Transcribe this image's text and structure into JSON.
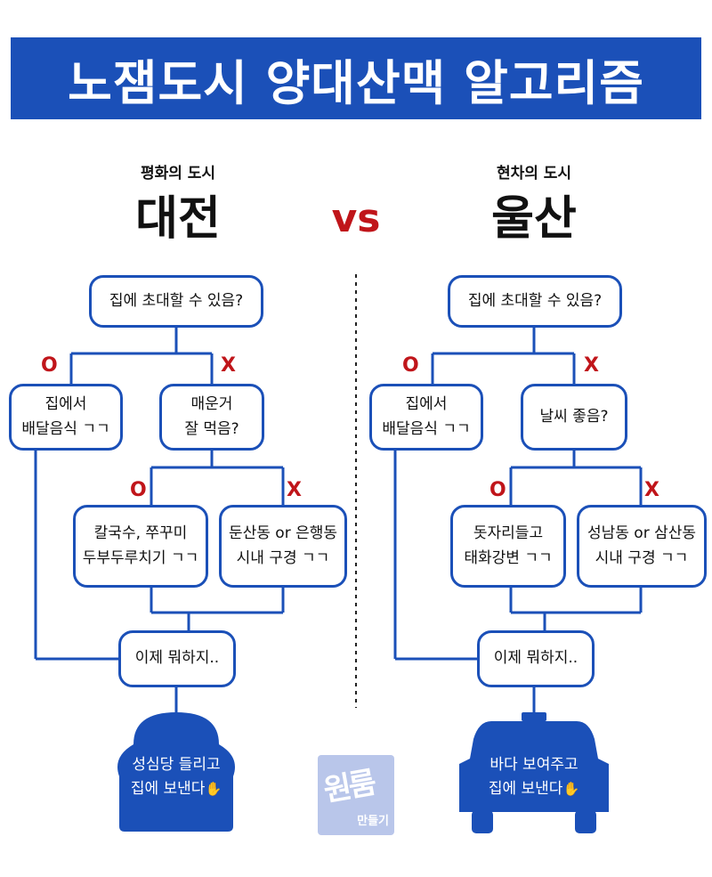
{
  "title": "노잼도시 양대산맥 알고리즘",
  "vs": "vs",
  "colors": {
    "blue": "#1b50b8",
    "red": "#c0151a",
    "dashed": "#222222"
  },
  "left": {
    "subtitle": "평화의 도시",
    "city": "대전",
    "q1": "집에 초대할 수 있음?",
    "o1": "O",
    "x1": "X",
    "a1_line1": "집에서",
    "a1_line2": "배달음식 ㄱㄱ",
    "q2_line1": "매운거",
    "q2_line2": "잘 먹음?",
    "o2": "O",
    "x2": "X",
    "a2_line1": "칼국수, 쭈꾸미",
    "a2_line2": "두부두루치기 ㄱㄱ",
    "a3_line1": "둔산동 or 은행동",
    "a3_line2": "시내 구경 ㄱㄱ",
    "merge": "이제 뭐하지..",
    "end_line1": "성심당 들리고",
    "end_line2": "집에 보낸다",
    "end_icon": "waving-hand-icon"
  },
  "right": {
    "subtitle": "현차의 도시",
    "city": "울산",
    "q1": "집에 초대할 수 있음?",
    "o1": "O",
    "x1": "X",
    "a1_line1": "집에서",
    "a1_line2": "배달음식 ㄱㄱ",
    "q2": "날씨 좋음?",
    "o2": "O",
    "x2": "X",
    "a2_line1": "돗자리들고",
    "a2_line2": "태화강변 ㄱㄱ",
    "a3_line1": "성남동 or 삼산동",
    "a3_line2": "시내 구경 ㄱㄱ",
    "merge": "이제 뭐하지..",
    "end_line1": "바다 보여주고",
    "end_line2": "집에 보낸다",
    "end_icon": "waving-hand-icon"
  },
  "badge": {
    "main": "원룸",
    "sub": "만들기"
  }
}
